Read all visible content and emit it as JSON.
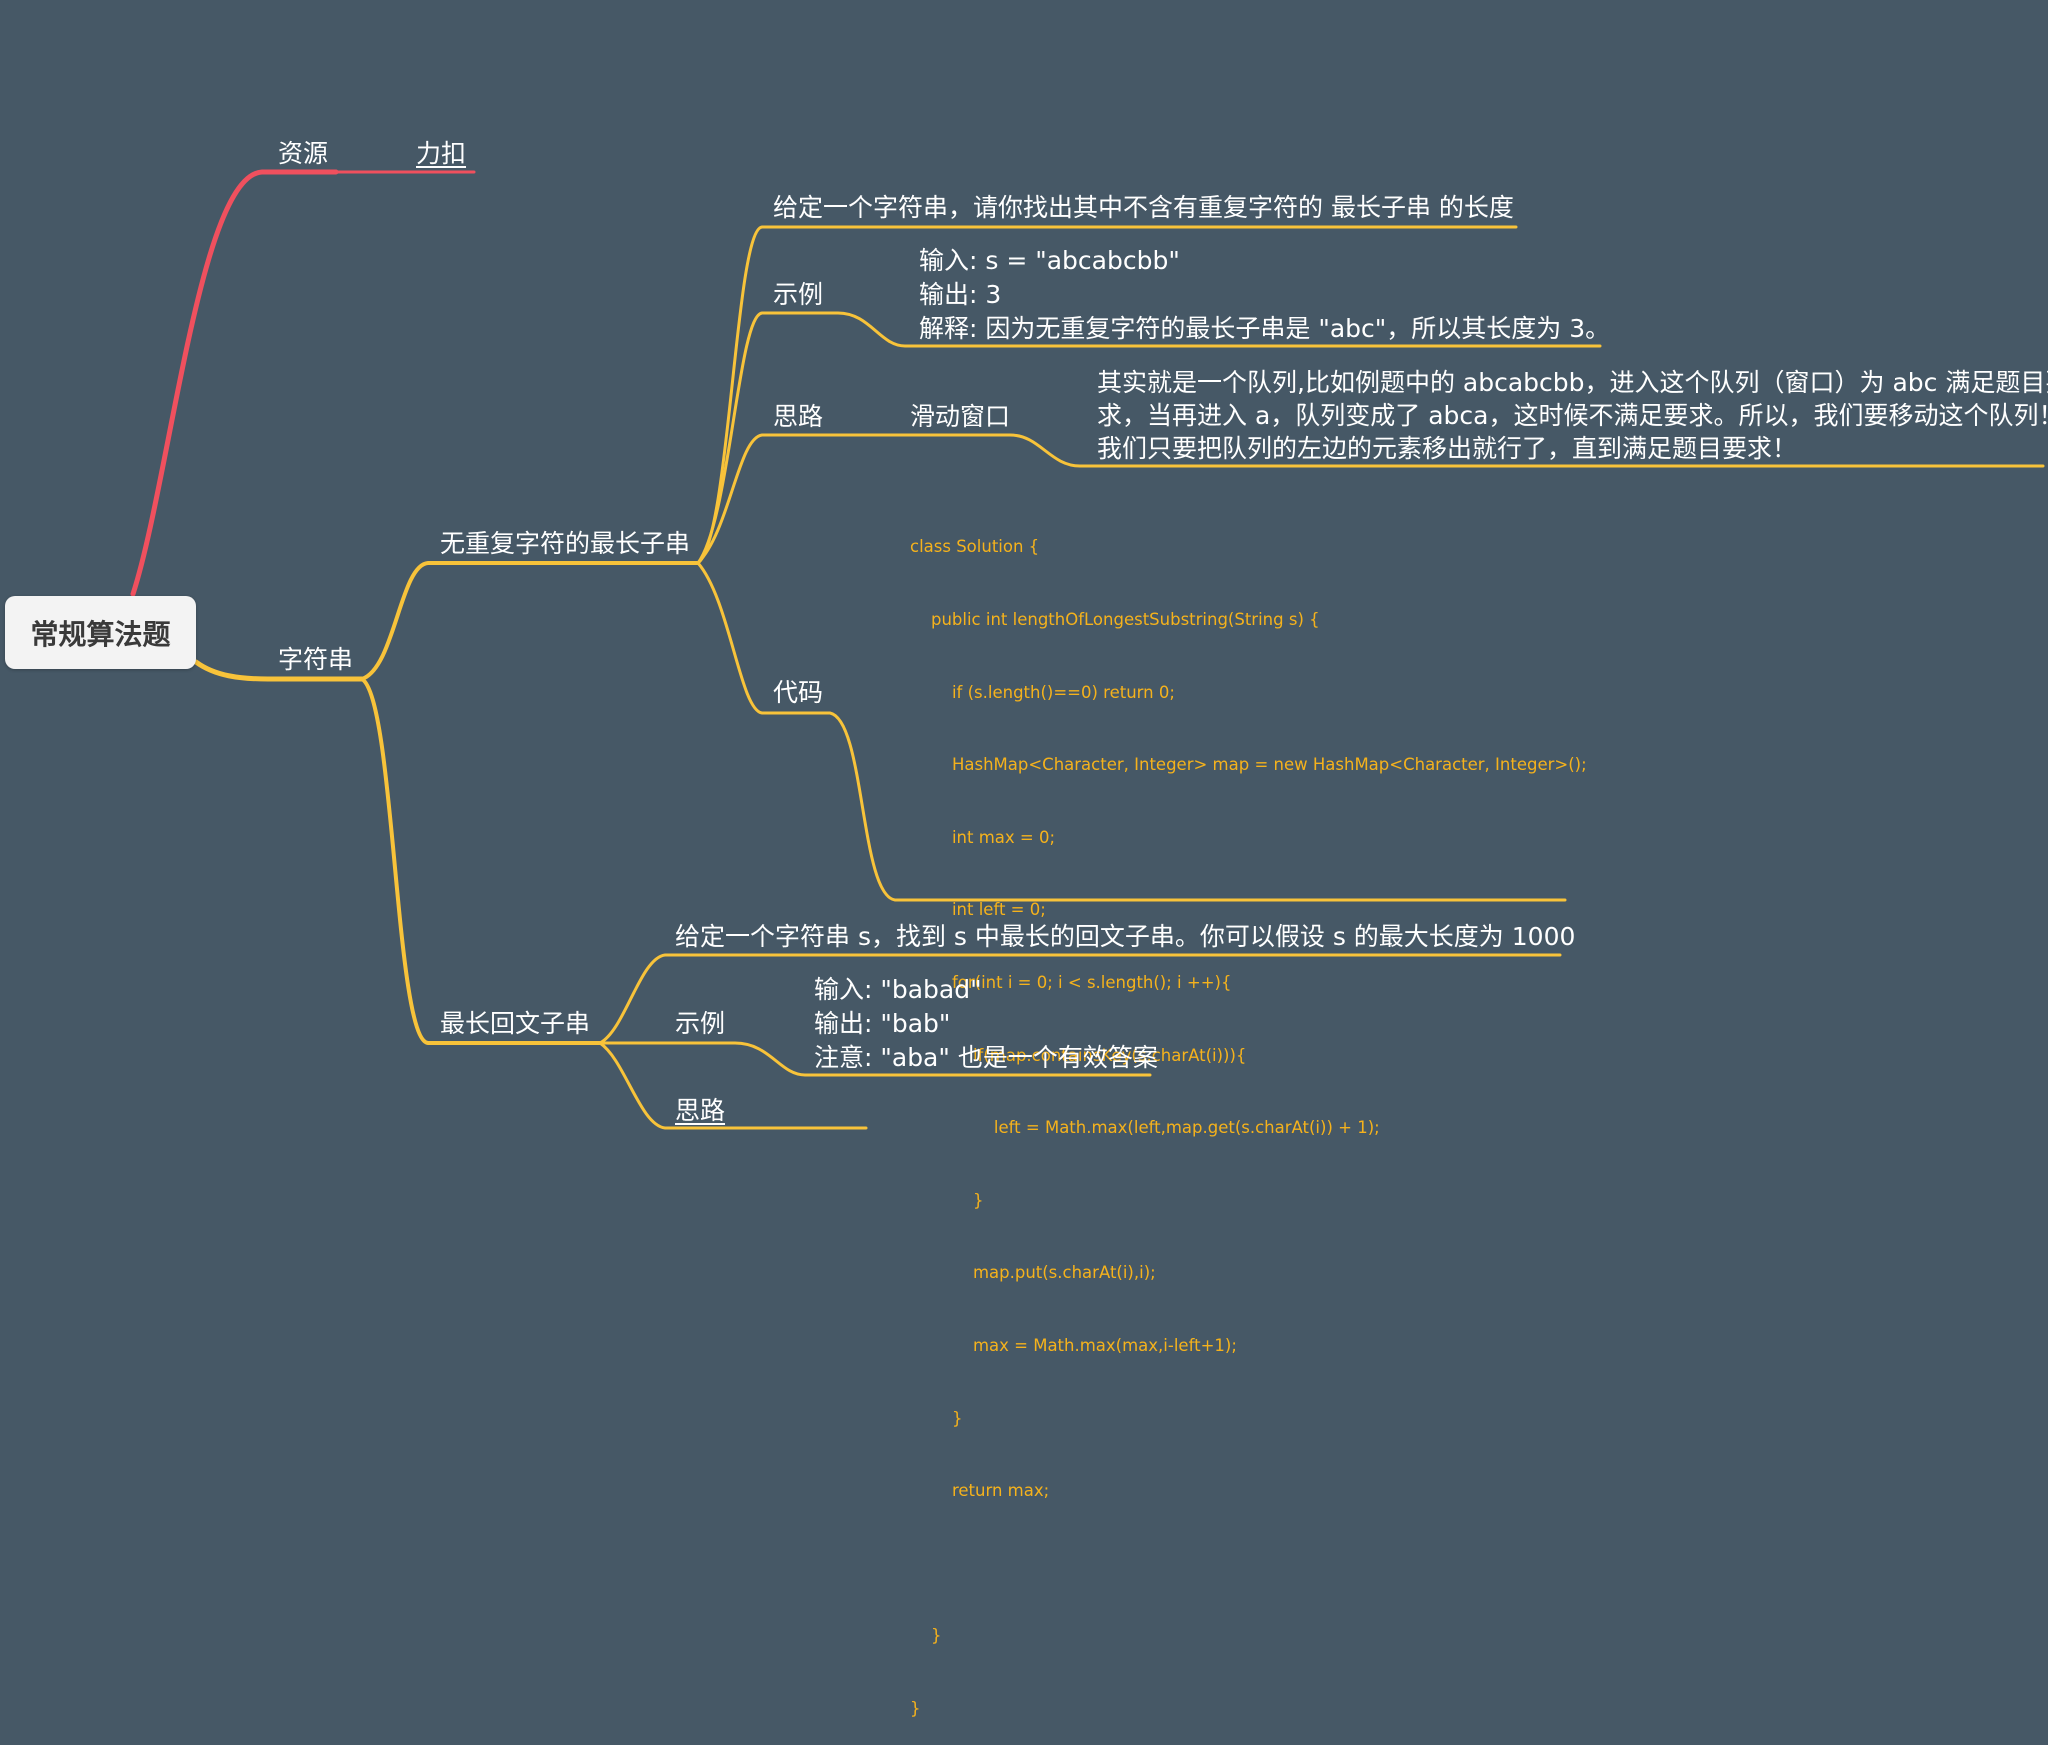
{
  "root": {
    "label": "常规算法题"
  },
  "branches": {
    "resources": {
      "label": "资源",
      "child": "力扣"
    },
    "strings": {
      "label": "字符串",
      "lls": {
        "label": "无重复字符的最长子串",
        "desc": "给定一个字符串，请你找出其中不含有重复字符的 最长子串 的长度",
        "example_label": "示例",
        "example_lines": [
          "输入: s = \"abcabcbb\"",
          "输出: 3",
          "解释: 因为无重复字符的最长子串是 \"abc\"，所以其长度为 3。"
        ],
        "idea_label": "思路",
        "idea_sub": "滑动窗口",
        "idea_lines": [
          "其实就是一个队列,比如例题中的 abcabcbb，进入这个队列（窗口）为 abc 满足题目要",
          "求，当再进入 a，队列变成了 abca，这时候不满足要求。所以，我们要移动这个队列！",
          "我们只要把队列的左边的元素移出就行了，直到满足题目要求！"
        ],
        "code_label": "代码",
        "code_lines": [
          "class Solution {",
          "    public int lengthOfLongestSubstring(String s) {",
          "        if (s.length()==0) return 0;",
          "        HashMap<Character, Integer> map = new HashMap<Character, Integer>();",
          "        int max = 0;",
          "        int left = 0;",
          "        for(int i = 0; i < s.length(); i ++){",
          "            if(map.containsKey(s.charAt(i))){",
          "                left = Math.max(left,map.get(s.charAt(i)) + 1);",
          "            }",
          "            map.put(s.charAt(i),i);",
          "            max = Math.max(max,i-left+1);",
          "        }",
          "        return max;",
          "",
          "    }",
          "}"
        ]
      },
      "lps": {
        "label": "最长回文子串",
        "desc": "给定一个字符串 s，找到 s 中最长的回文子串。你可以假设 s 的最大长度为 1000",
        "example_label": "示例",
        "example_lines": [
          "输入: \"babad\"",
          "输出: \"bab\"",
          "注意: \"aba\" 也是一个有效答案"
        ],
        "idea_label": "思路"
      }
    }
  },
  "colors": {
    "background": "#465866",
    "red_branch": "#f0505e",
    "yellow_branch": "#f8c33a",
    "code_text": "#f5b21c",
    "root_fill": "#f3f3f3"
  }
}
